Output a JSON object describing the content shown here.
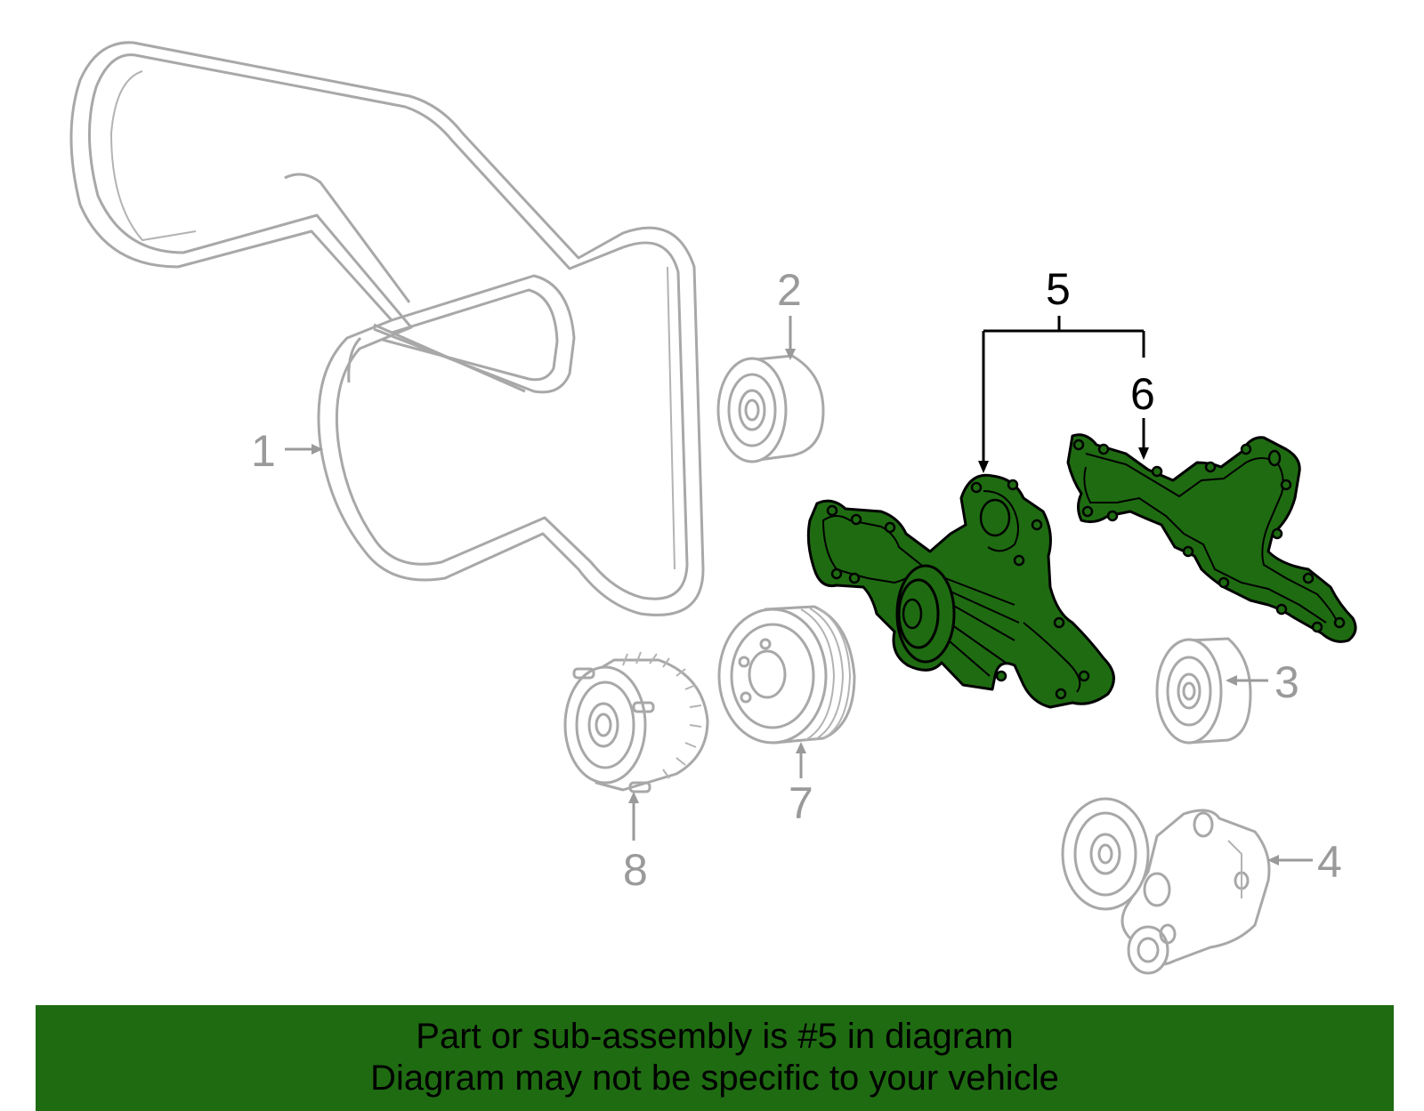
{
  "callouts": [
    {
      "id": "1",
      "label": "1",
      "highlighted": false
    },
    {
      "id": "2",
      "label": "2",
      "highlighted": false
    },
    {
      "id": "3",
      "label": "3",
      "highlighted": false
    },
    {
      "id": "4",
      "label": "4",
      "highlighted": false
    },
    {
      "id": "5",
      "label": "5",
      "highlighted": true
    },
    {
      "id": "6",
      "label": "6",
      "highlighted": true
    },
    {
      "id": "7",
      "label": "7",
      "highlighted": false
    },
    {
      "id": "8",
      "label": "8",
      "highlighted": false
    }
  ],
  "banner": {
    "line1": "Part or sub-assembly is #5 in diagram",
    "line2": "Diagram may not be specific to your vehicle"
  },
  "colors": {
    "highlight": "#1f6b12",
    "ghost": "#a8a8a8",
    "banner": "#1f6b12"
  }
}
